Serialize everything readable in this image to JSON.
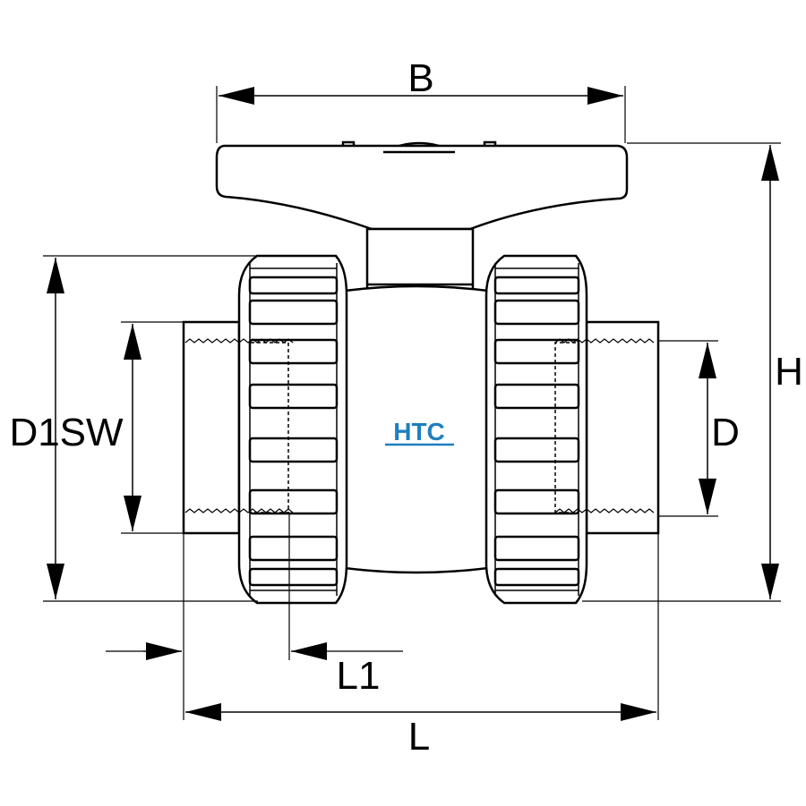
{
  "labels": {
    "b": "B",
    "h": "H",
    "d1sw": "D1SW",
    "d": "D",
    "l1": "L1",
    "l": "L"
  },
  "logo": {
    "text": "HTC",
    "color": "#1e7fc0"
  },
  "colors": {
    "line": "#000000",
    "background": "#ffffff"
  }
}
